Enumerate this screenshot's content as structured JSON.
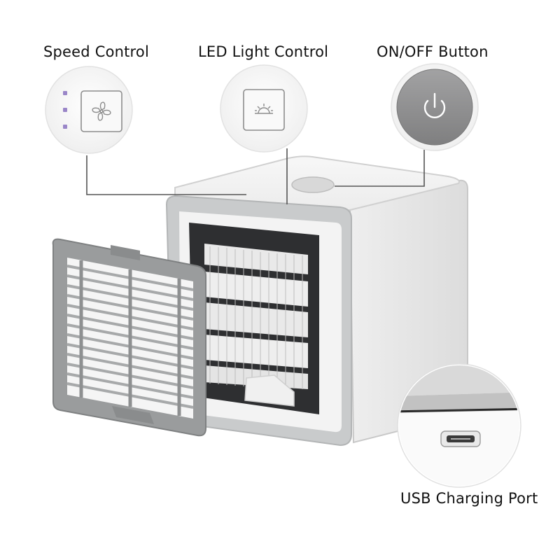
{
  "callouts": {
    "speed": {
      "label": "Speed Control"
    },
    "led": {
      "label": "LED Light Control"
    },
    "power": {
      "label": "ON/OFF Button"
    },
    "usb": {
      "label": "USB Charging Port"
    }
  },
  "icons": {
    "speed": "fan-icon",
    "led": "sun-icon",
    "power": "power-icon",
    "usb": "micro-usb-port-icon"
  },
  "speed_indicator_count": 3,
  "colors": {
    "body": "#f4f4f4",
    "frame_grey": "#c9cbcc",
    "filter_grey": "#9a9c9d",
    "power_button": "#8d8d8e",
    "leader_line": "#555555",
    "speed_led": "#9a86c8"
  }
}
